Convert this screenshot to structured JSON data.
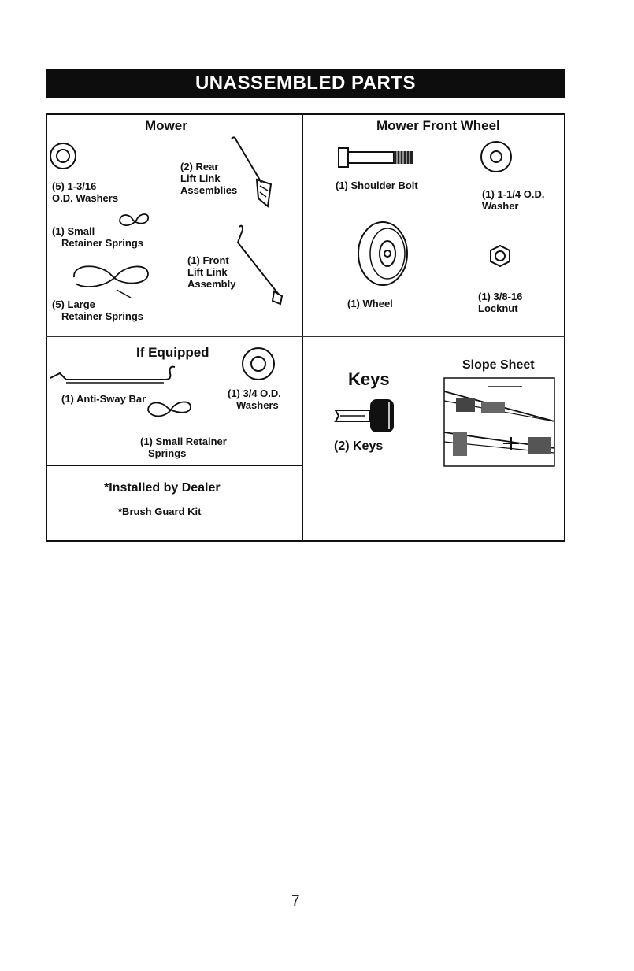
{
  "banner": {
    "title": "UNASSEMBLED PARTS"
  },
  "mower": {
    "heading": "Mower",
    "washers": [
      "(5) 1-3/16",
      "O.D. Washers"
    ],
    "rear_link": [
      "(2) Rear",
      "Lift Link",
      "Assemblies"
    ],
    "small_springs": [
      "(1) Small",
      "Retainer Springs"
    ],
    "front_link": [
      "(1) Front",
      "Lift Link",
      "Assembly"
    ],
    "large_springs": [
      "(5) Large",
      "Retainer Springs"
    ]
  },
  "front_wheel": {
    "heading": "Mower Front Wheel",
    "bolt": "(1) Shoulder Bolt",
    "washer": [
      "(1) 1-1/4 O.D.",
      "Washer"
    ],
    "wheel": "(1) Wheel",
    "locknut": [
      "(1) 3/8-16",
      "Locknut"
    ]
  },
  "if_equipped": {
    "heading": "If Equipped",
    "sway_bar": "(1) Anti-Sway Bar",
    "washers": [
      "(1) 3/4 O.D.",
      "Washers"
    ],
    "springs": [
      "(1) Small Retainer",
      "Springs"
    ]
  },
  "keys": {
    "heading": "Keys",
    "label": "(2) Keys"
  },
  "slope": {
    "heading": "Slope Sheet"
  },
  "dealer": {
    "heading": "*Installed by Dealer",
    "item": "*Brush Guard Kit"
  },
  "page": {
    "number": "7"
  }
}
